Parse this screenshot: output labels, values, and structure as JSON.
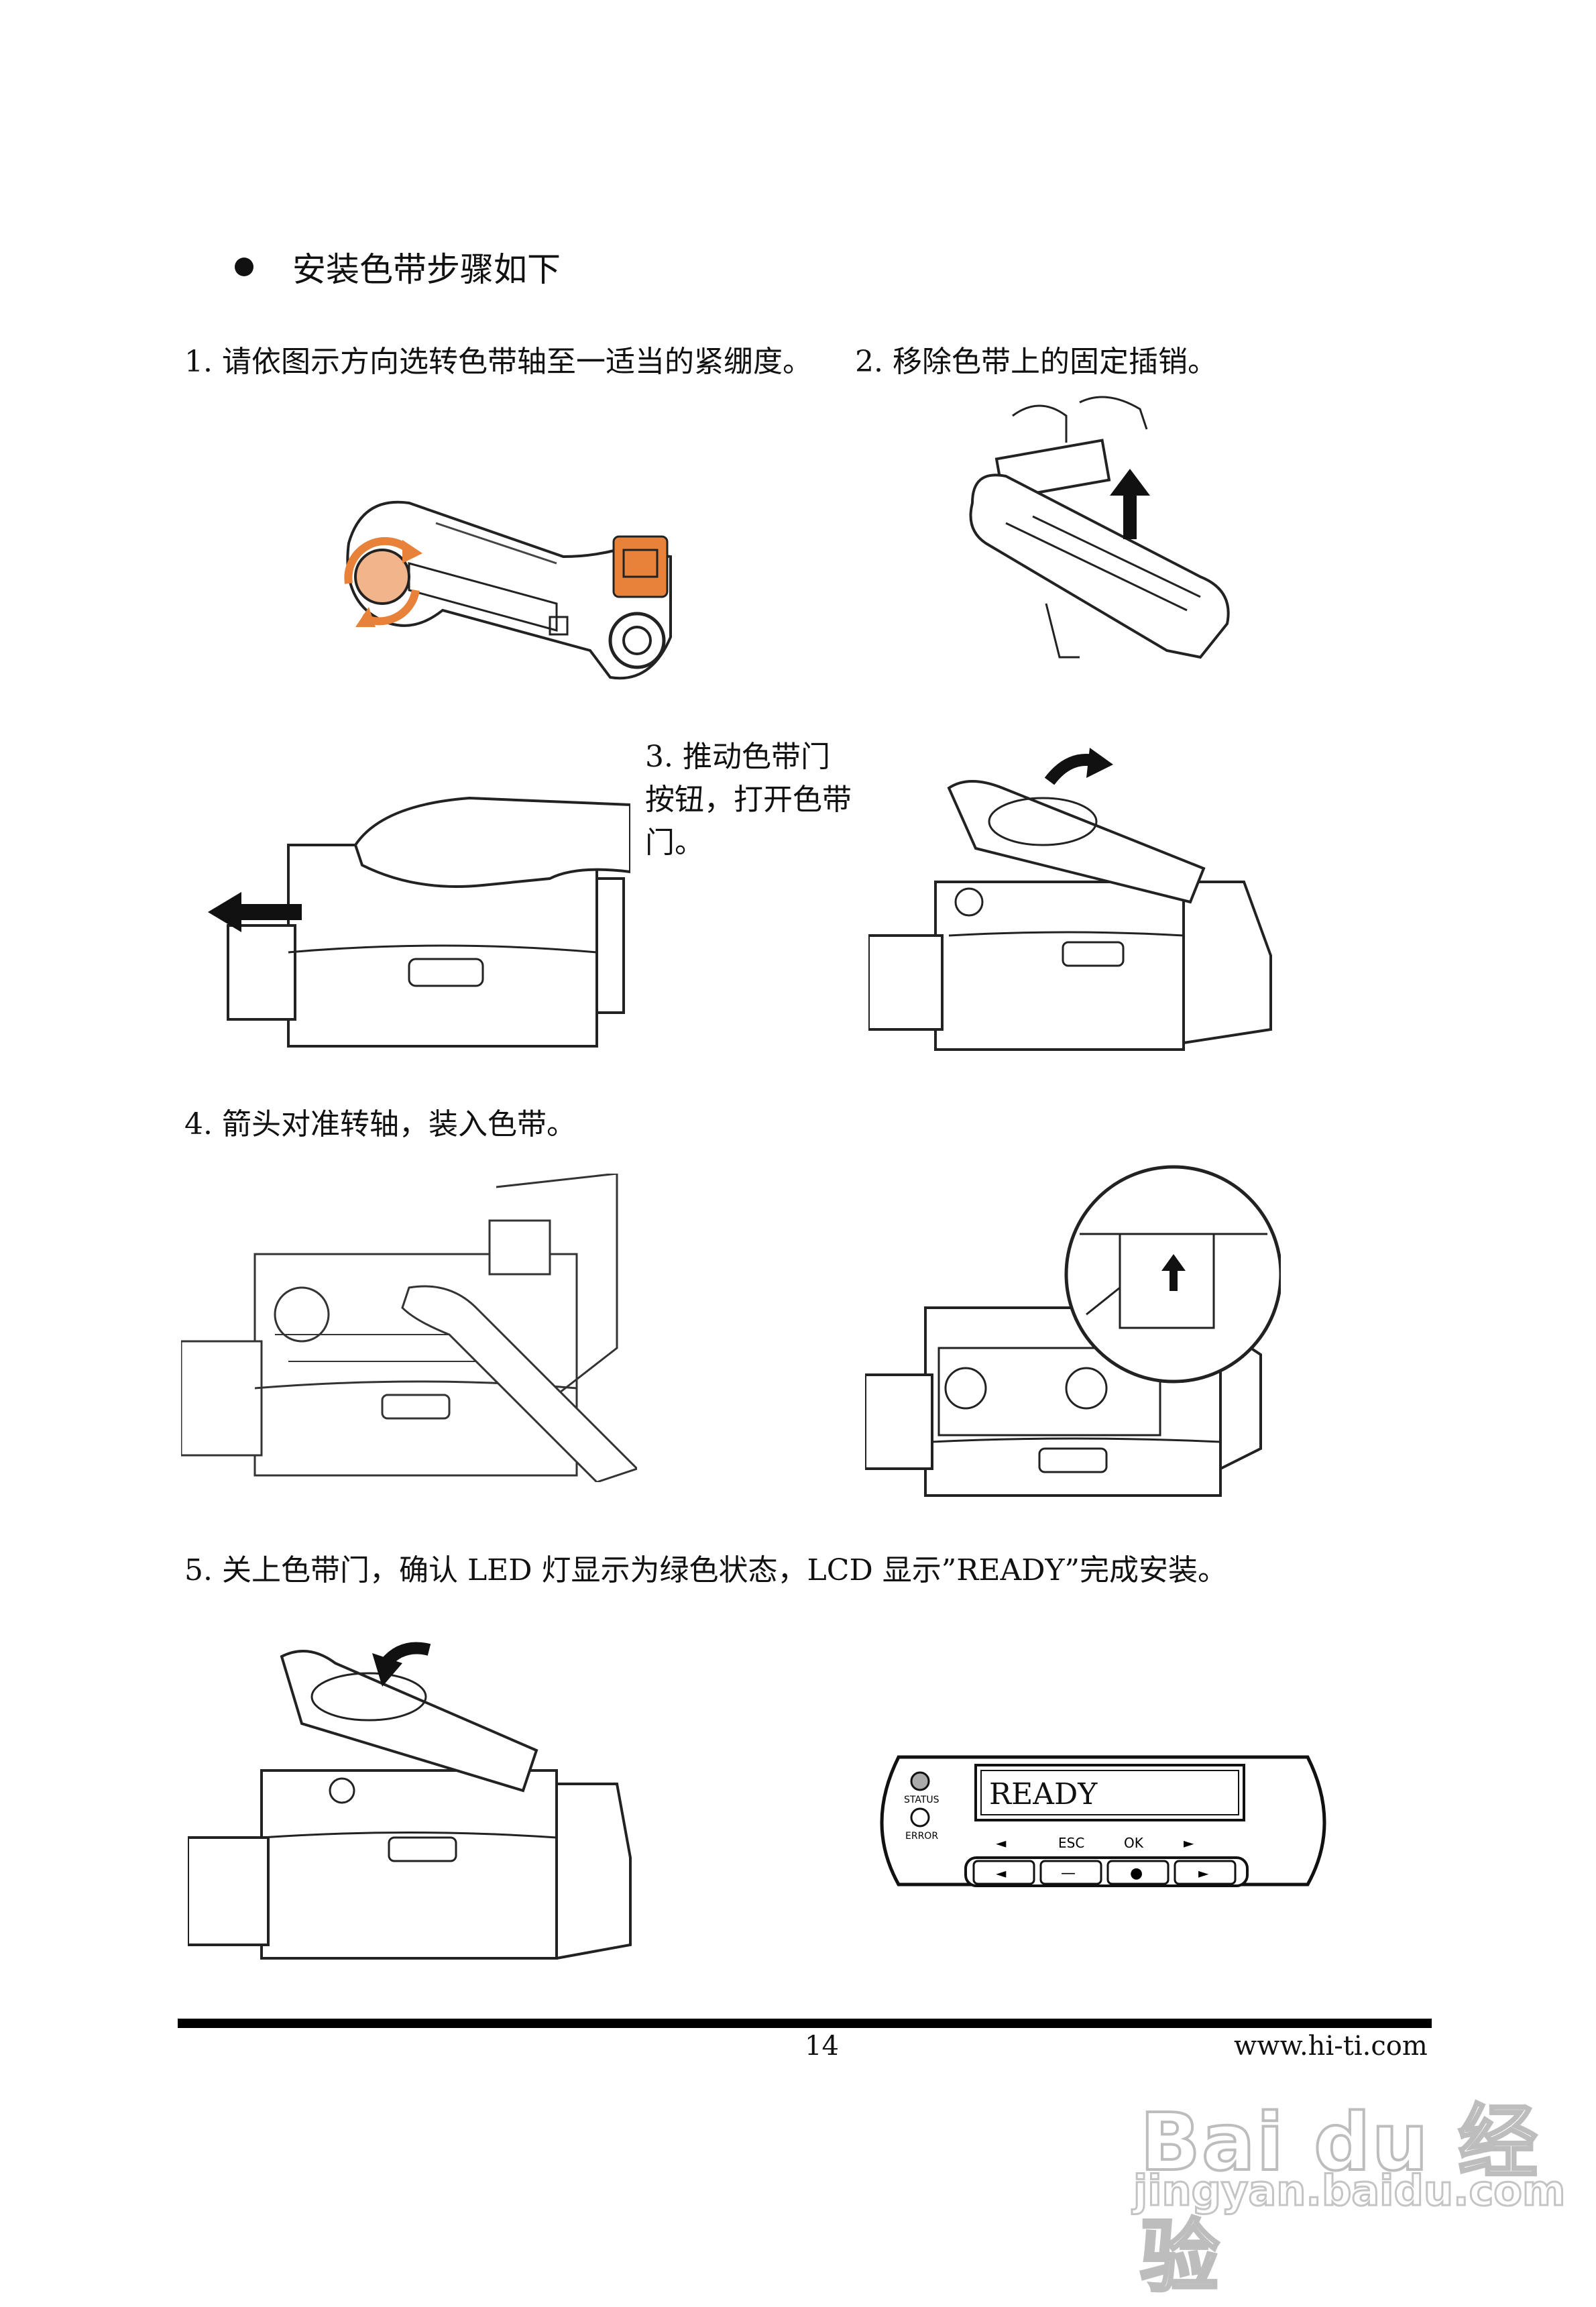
{
  "heading": "安装色带步骤如下",
  "steps": {
    "s1": "1. 请依图示方向选转色带轴至一适当的紧绷度。",
    "s2": "2. 移除色带上的固定插销。",
    "s3_l1": "3. 推动色带门",
    "s3_l2": "按钮，打开色带",
    "s3_l3": "门。",
    "s4": "4.  箭头对准转轴，装入色带。",
    "s5": "5.  关上色带门，确认 LED 灯显示为绿色状态，LCD 显示”READY”完成安装。"
  },
  "panel": {
    "lcd_text": "READY",
    "status_label": "STATUS",
    "error_label": "ERROR",
    "esc_label": "ESC",
    "ok_label": "OK",
    "left_arrow": "◄",
    "right_arrow": "►",
    "btn_left": "◄",
    "btn_esc": "—",
    "btn_ok": "●",
    "btn_right": "►"
  },
  "footer": {
    "page_number": "14",
    "website": "www.hi-ti.com"
  },
  "watermark": {
    "brand": "Bai du 经验",
    "url": "jingyan.baidu.com"
  },
  "colors": {
    "accent_orange": "#e8823a",
    "ink": "#111111"
  },
  "icons": [
    "rotate-arrow-icon",
    "up-arrow-icon",
    "left-arrow-icon",
    "curved-arrow-icon"
  ]
}
